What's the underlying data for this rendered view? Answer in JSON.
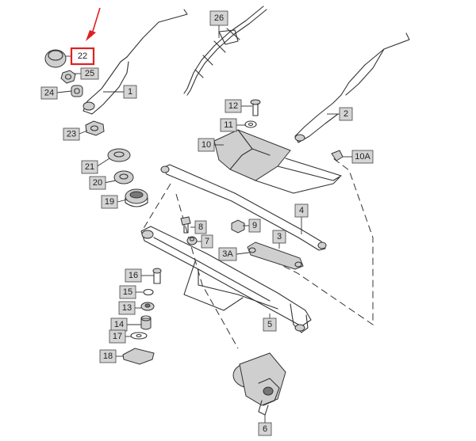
{
  "diagram": {
    "callouts": [
      {
        "id": "c22",
        "label": "22",
        "highlighted": true
      },
      {
        "id": "c25",
        "label": "25"
      },
      {
        "id": "c24",
        "label": "24"
      },
      {
        "id": "c1",
        "label": "1"
      },
      {
        "id": "c23",
        "label": "23"
      },
      {
        "id": "c26",
        "label": "26"
      },
      {
        "id": "c2",
        "label": "2"
      },
      {
        "id": "c12",
        "label": "12"
      },
      {
        "id": "c11",
        "label": "11"
      },
      {
        "id": "c10",
        "label": "10"
      },
      {
        "id": "c10a",
        "label": "10A"
      },
      {
        "id": "c21",
        "label": "21"
      },
      {
        "id": "c20",
        "label": "20"
      },
      {
        "id": "c19",
        "label": "19"
      },
      {
        "id": "c4",
        "label": "4"
      },
      {
        "id": "c8",
        "label": "8"
      },
      {
        "id": "c9",
        "label": "9"
      },
      {
        "id": "c7",
        "label": "7"
      },
      {
        "id": "c3",
        "label": "3"
      },
      {
        "id": "c3a",
        "label": "3A"
      },
      {
        "id": "c16",
        "label": "16"
      },
      {
        "id": "c15",
        "label": "15"
      },
      {
        "id": "c13",
        "label": "13"
      },
      {
        "id": "c14",
        "label": "14"
      },
      {
        "id": "c17",
        "label": "17"
      },
      {
        "id": "c18",
        "label": "18"
      },
      {
        "id": "c5",
        "label": "5"
      },
      {
        "id": "c6",
        "label": "6"
      }
    ],
    "colors": {
      "highlight": "#e02020",
      "callout_fill": "#d4d4d4",
      "line": "#333333"
    }
  }
}
